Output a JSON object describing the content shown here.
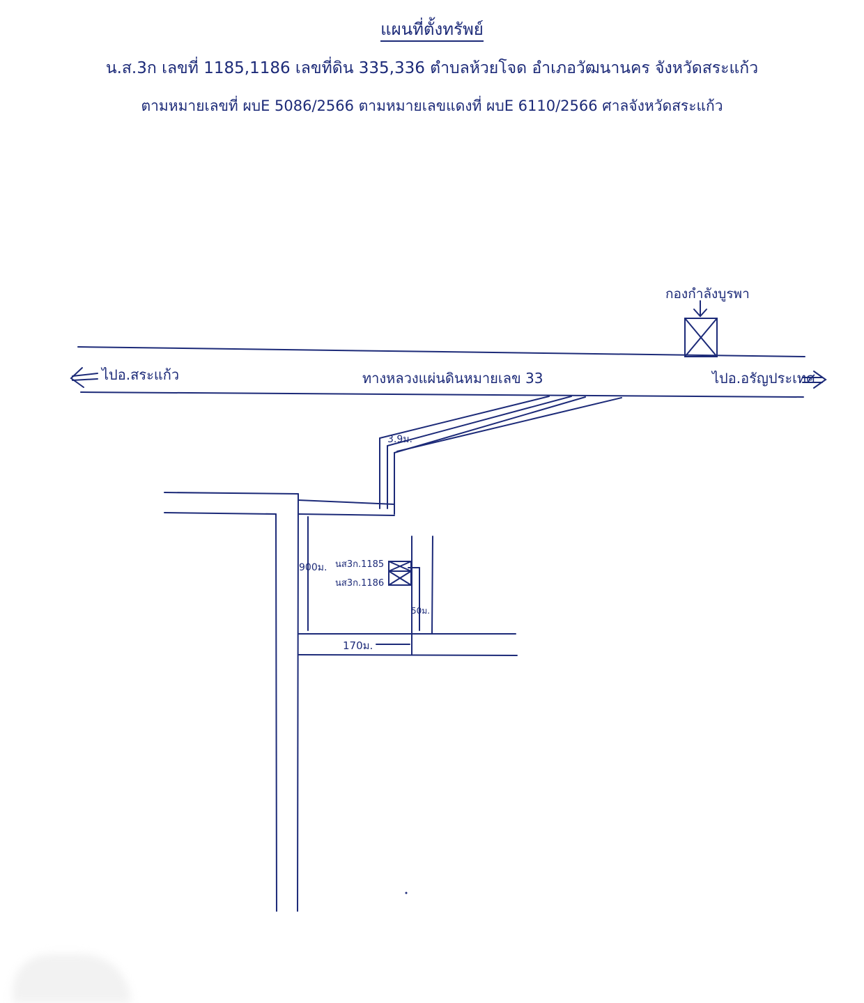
{
  "sheet": {
    "title": "แผนที่ตั้งทรัพย์",
    "line1": "น.ส.3ก เลขที่ 1185,1186 เลขที่ดิน 335,336 ตำบลห้วยโจด อำเภอวัฒนานคร จังหวัดสระแก้ว",
    "line2": "ตามหมายเลขที่ ผบE 5086/2566 ตามหมายเลขแดงที่ ผบE 6110/2566 ศาลจังหวัดสระแก้ว"
  },
  "map": {
    "to_left": "ไปอ.สระแก้ว",
    "highway": "ทางหลวงแผ่นดินหมายเลข 33",
    "to_right": "ไปอ.อรัญประเทศ",
    "landmark": "กองกำลังบูรพา",
    "access_width": "3.9ม.",
    "distance_north_south": "900ม.",
    "distance_east_west": "170ม.",
    "plot_depth": "50ม.",
    "title_1": "นส3ก.1185",
    "title_2": "นส3ก.1186"
  },
  "colors": {
    "ink": "#1c2a78",
    "paper": "#ffffff"
  }
}
